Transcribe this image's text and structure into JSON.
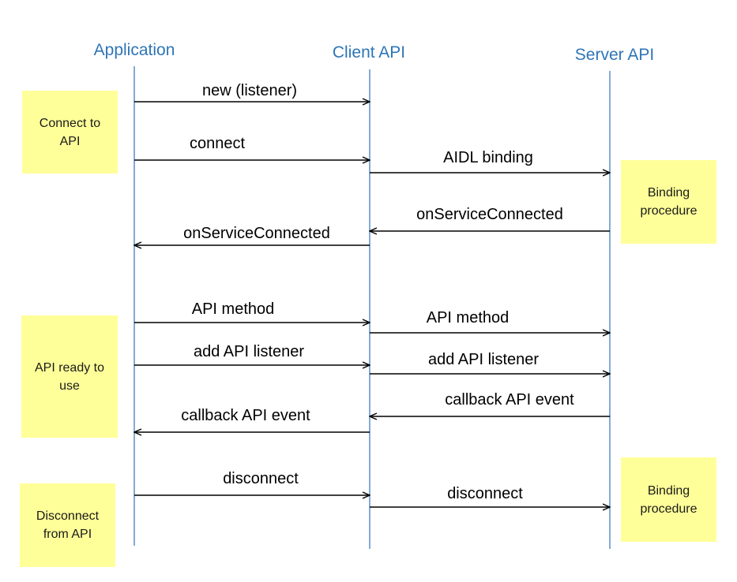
{
  "lifelines": [
    {
      "id": "app",
      "title": "Application"
    },
    {
      "id": "client",
      "title": "Client API"
    },
    {
      "id": "server",
      "title": "Server API"
    }
  ],
  "notes": [
    {
      "lines": [
        "Connect to",
        "API"
      ]
    },
    {
      "lines": [
        "Binding",
        "procedure"
      ]
    },
    {
      "lines": [
        "API ready to",
        "use"
      ]
    },
    {
      "lines": [
        "Binding",
        "procedure"
      ]
    },
    {
      "lines": [
        "Disconnect",
        "from API"
      ]
    }
  ],
  "messages": [
    {
      "label": "new (listener)",
      "from": "app",
      "to": "client"
    },
    {
      "label": "connect",
      "from": "app",
      "to": "client"
    },
    {
      "label": "AIDL binding",
      "from": "client",
      "to": "server"
    },
    {
      "label": "onServiceConnected",
      "from": "server",
      "to": "client"
    },
    {
      "label": "onServiceConnected",
      "from": "client",
      "to": "app"
    },
    {
      "label": "API method",
      "from": "app",
      "to": "client"
    },
    {
      "label": "API method",
      "from": "client",
      "to": "server"
    },
    {
      "label": "add API listener",
      "from": "app",
      "to": "client"
    },
    {
      "label": "add API listener",
      "from": "client",
      "to": "server"
    },
    {
      "label": "callback API event",
      "from": "server",
      "to": "client"
    },
    {
      "label": "callback API event",
      "from": "client",
      "to": "app"
    },
    {
      "label": "disconnect",
      "from": "app",
      "to": "client"
    },
    {
      "label": "disconnect",
      "from": "client",
      "to": "server"
    }
  ],
  "colors": {
    "lifeline": "#2E75B6",
    "title": "#2E75B6",
    "note_fill": "#FFFF99",
    "arrow": "#000000"
  }
}
